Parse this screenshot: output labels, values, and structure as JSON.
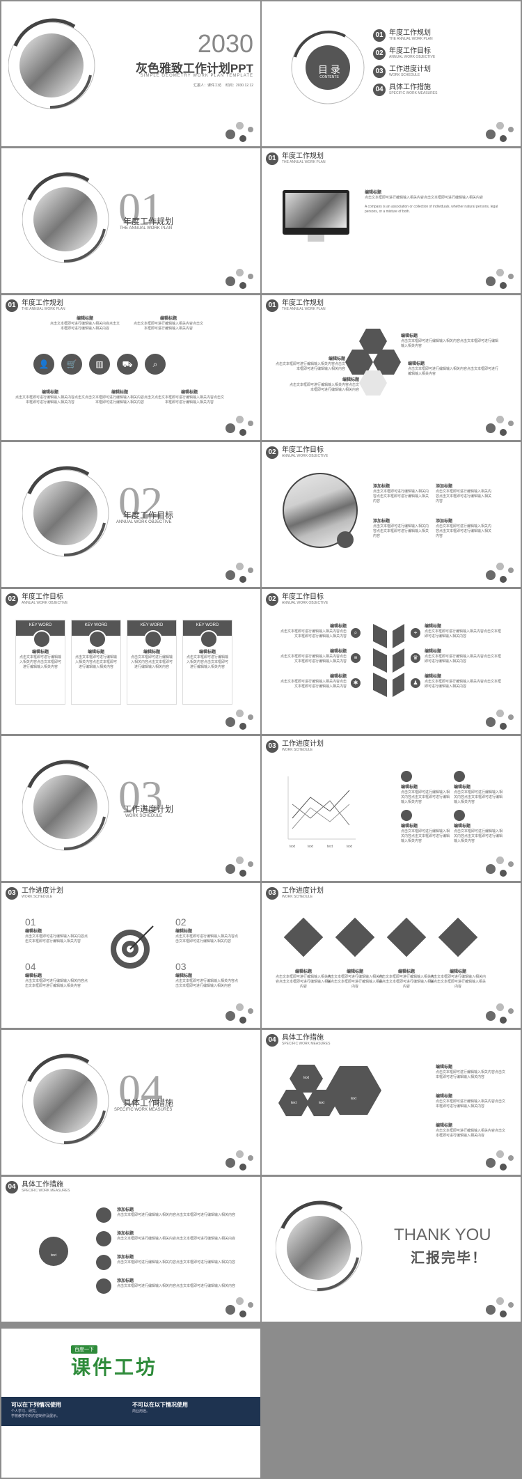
{
  "cover": {
    "year": "2030",
    "title": "灰色雅致工作计划PPT",
    "subtitle": "SIMPLE GEOMETRY WORK PLAN TEMPLATE",
    "reporter": "汇报人：课件工坊",
    "date": "时间：2030.12.12"
  },
  "toc": {
    "title": "目 录",
    "sub": "CONTENTS",
    "items": [
      {
        "num": "01",
        "cn": "年度工作规划",
        "en": "THE ANNUAL WORK PLAN"
      },
      {
        "num": "02",
        "cn": "年度工作目标",
        "en": "ANNUAL WORK OBJECTIVE"
      },
      {
        "num": "03",
        "cn": "工作进度计划",
        "en": "WORK SCHEDULE"
      },
      {
        "num": "04",
        "cn": "具体工作措施",
        "en": "SPECIFIC WORK MEASURES"
      }
    ]
  },
  "sections": [
    {
      "num": "01",
      "cn": "年度工作规划",
      "en": "THE ANNUAL WORK PLAN"
    },
    {
      "num": "02",
      "cn": "年度工作目标",
      "en": "ANNUAL WORK OBJECTIVE"
    },
    {
      "num": "03",
      "cn": "工作进度计划",
      "en": "WORK SCHEDULE"
    },
    {
      "num": "04",
      "cn": "具体工作措施",
      "en": "SPECIFIC WORK MEASURES"
    }
  ],
  "text": {
    "edit_title": "编辑标题",
    "add_title": "添加标题",
    "body": "点击文本框即可进行编辑输入相关内容点击文本框即可进行编辑输入相关内容",
    "en_body": "A company is an association or collection of individuals, whether natural persons, legal persons, or a mixture of both.",
    "key_word": "KEY WORD",
    "text_label": "text",
    "schedule_nums": [
      "01",
      "02",
      "03",
      "04"
    ],
    "chart_ticks": [
      "text",
      "text",
      "text",
      "text"
    ]
  },
  "ending": {
    "en": "THANK YOU",
    "cn": "汇报完毕！"
  },
  "brand": {
    "tag": "百度一下",
    "name": "课件工坊",
    "left_title": "可以在下列情况使用",
    "left_items": [
      "个人学习、研究。",
      "学校教学中的内容制作及展示。"
    ],
    "right_title": "不可以在以下情况使用",
    "right_items": [
      "商业用途。"
    ]
  },
  "colors": {
    "accent": "#555555",
    "brand_green": "#2e8b3a",
    "banner": "#1e3350"
  }
}
